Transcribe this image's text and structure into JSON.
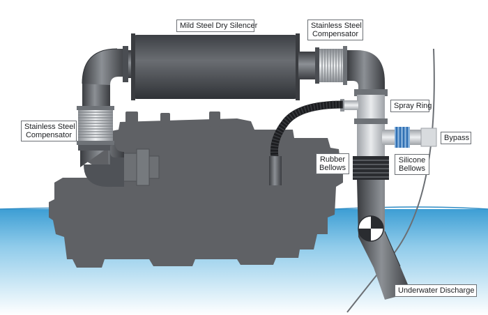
{
  "labels": {
    "dry_silencer": "Mild Steel Dry Silencer",
    "compensator_right": [
      "Stainless Steel",
      "Compensator"
    ],
    "compensator_left": [
      "Stainless Steel",
      "Compensator"
    ],
    "spray_ring": "Spray Ring",
    "bypass": "Bypass",
    "rubber_bellows": [
      "Rubber",
      "Bellows"
    ],
    "silicone_bellows": [
      "Silicone",
      "Bellows"
    ],
    "underwater_discharge": "Underwater Discharge"
  },
  "colors": {
    "engine": "#5f6165",
    "pipe_dark": "#4a4d52",
    "pipe_light": "#b9bdc2",
    "silencer": "#4f5257",
    "water_top": "#4aa9d8",
    "water_bottom": "#e8f4fb",
    "hull_line": "#6b6f74",
    "silicone_accent": "#2f6fb3",
    "label_border": "#6b6f74"
  }
}
